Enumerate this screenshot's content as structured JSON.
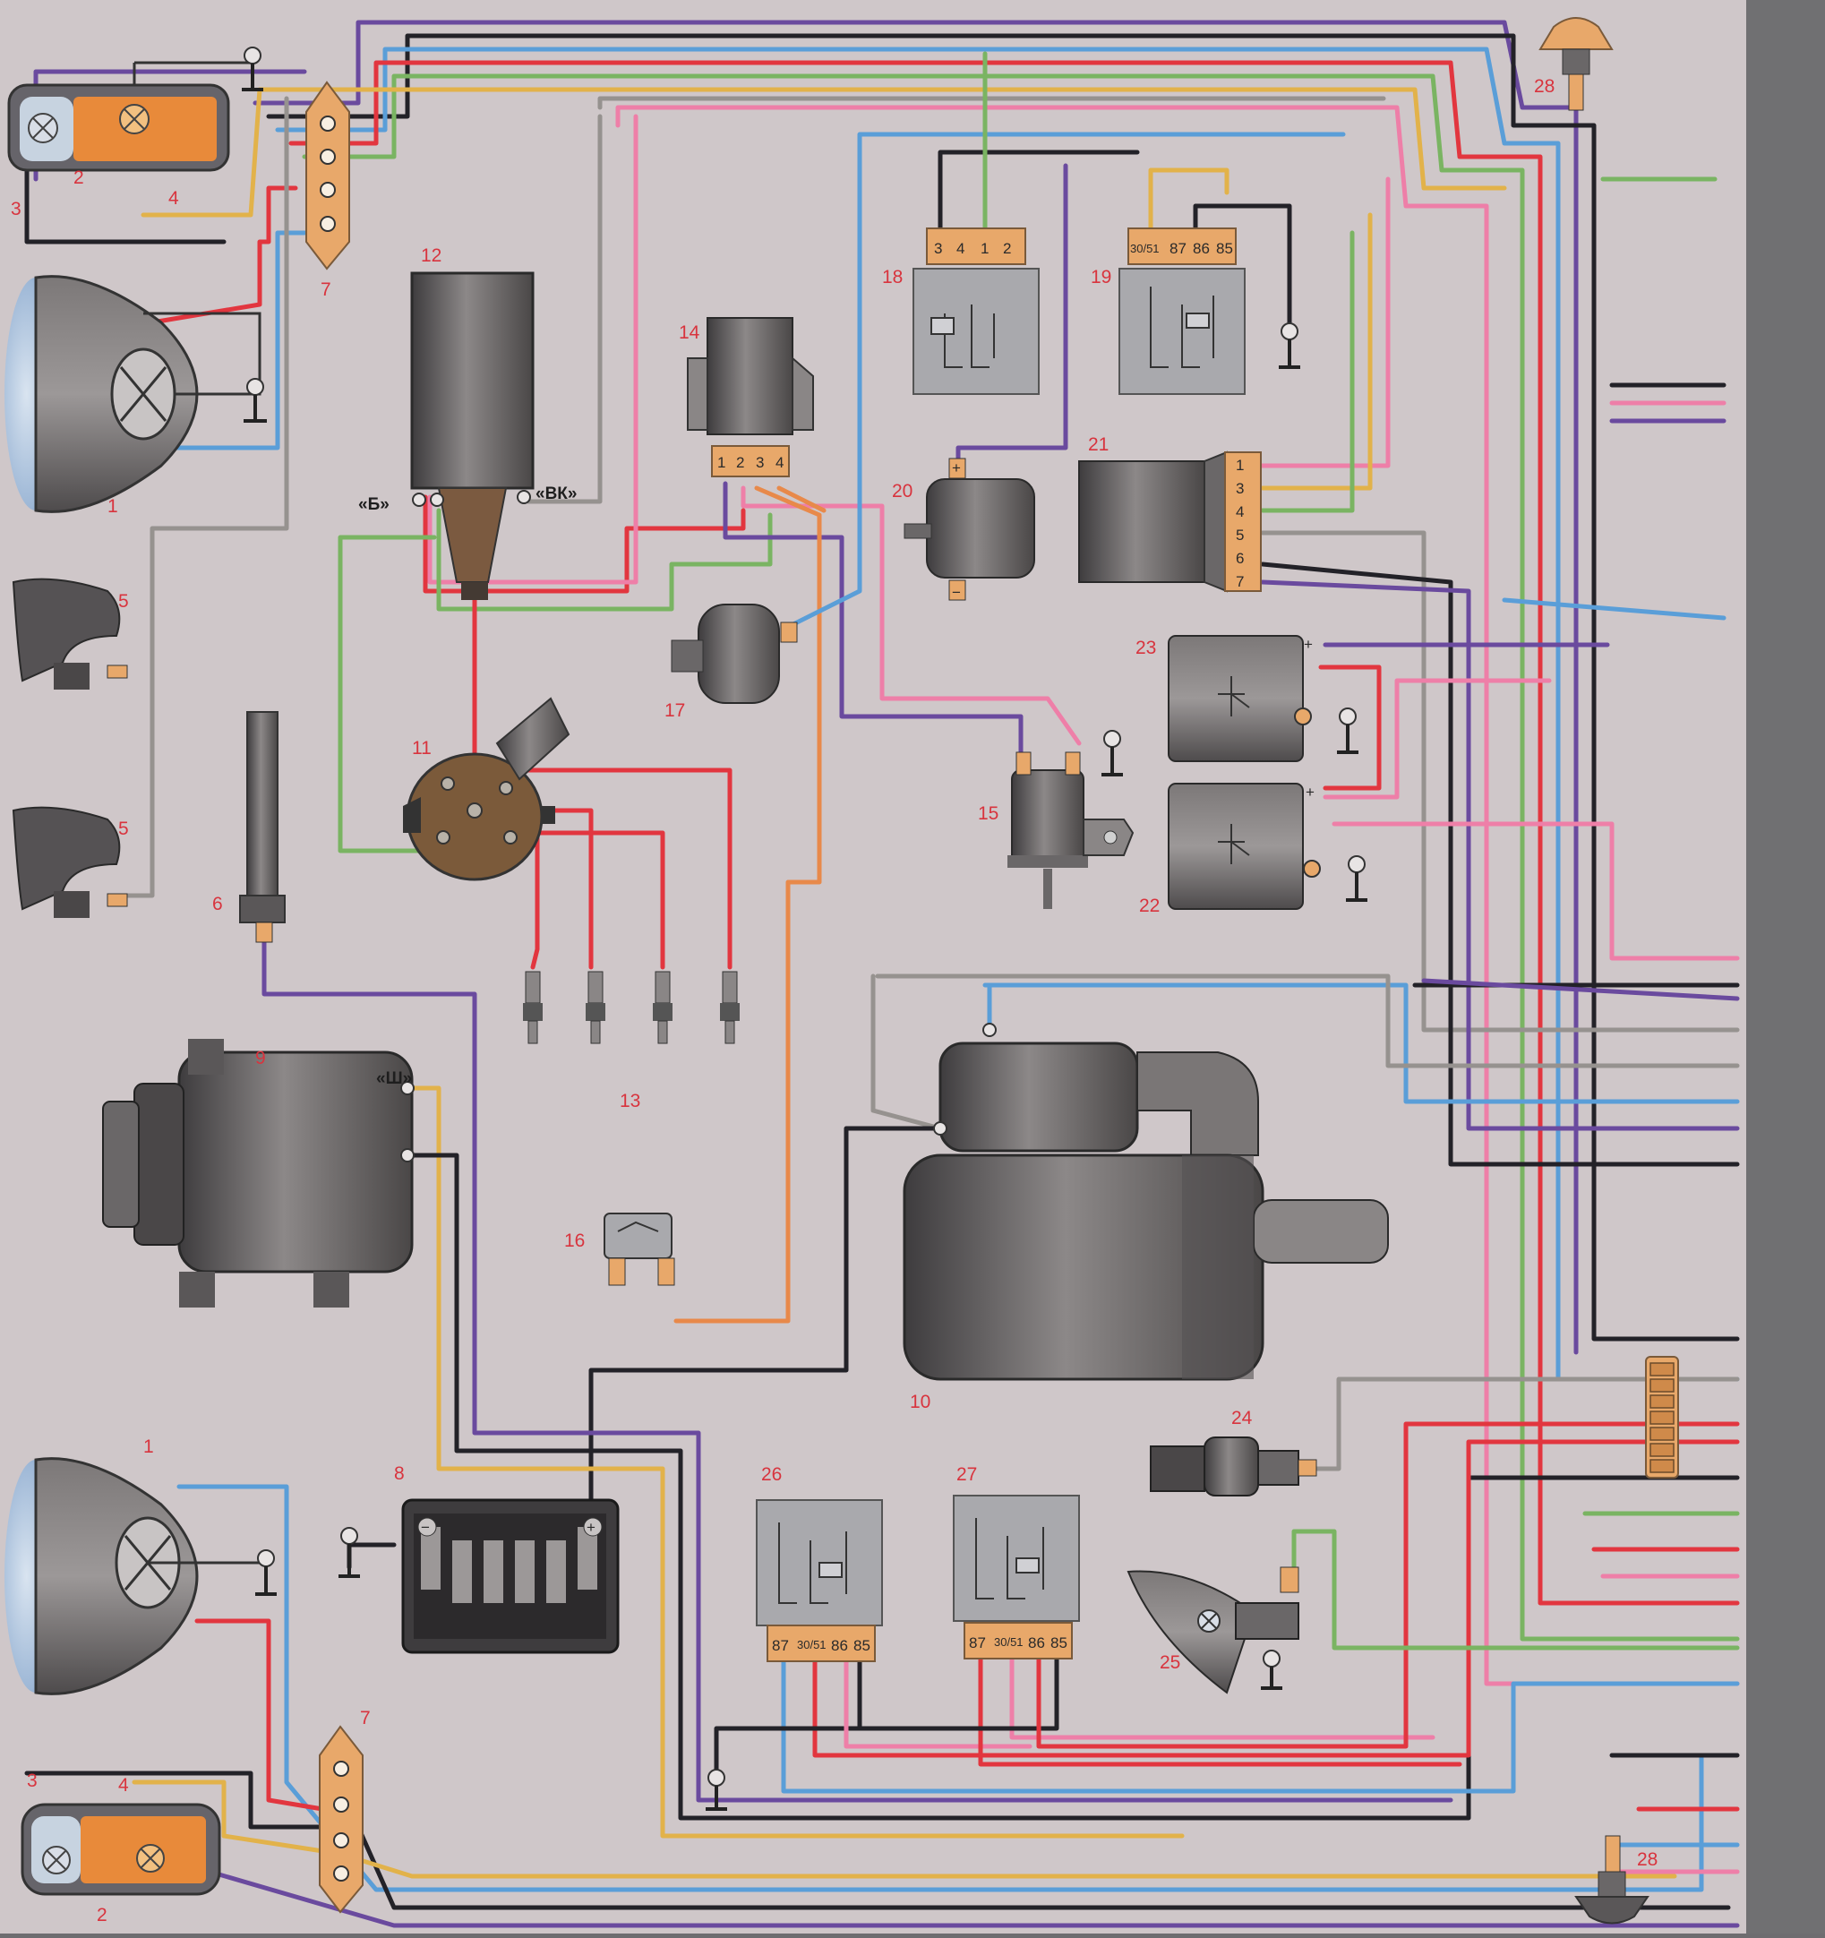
{
  "diagram": {
    "labels": {
      "headlight_top": "1",
      "headlight_bottom": "1",
      "sidelight_top": "2",
      "sidelight_bottom": "2",
      "lamp3_top": "3",
      "lamp3_bottom": "3",
      "lamp4_top": "4",
      "lamp4_bottom": "4",
      "horn_upper": "5",
      "horn_lower": "5",
      "sensor6": "6",
      "connector7_top": "7",
      "connector7_bottom": "7",
      "battery": "8",
      "alternator": "9",
      "starter": "10",
      "distributor": "11",
      "ignition_coil": "12",
      "spark_plugs": "13",
      "regulator": "14",
      "solenoid_valve": "15",
      "switch16": "16",
      "sensor17": "17",
      "relay18": "18",
      "relay19": "19",
      "motor20": "20",
      "module21": "21",
      "unit22": "22",
      "unit23": "23",
      "sensor24": "24",
      "lamp25": "25",
      "relay26": "26",
      "relay27": "27",
      "repeater_top": "28",
      "repeater_bottom": "28"
    },
    "coil_terminal_b": "«Б»",
    "coil_terminal_vk": "«ВК»",
    "alternator_terminal_sh": "«Ш»",
    "relay18_pins": [
      "3",
      "4",
      "1",
      "2"
    ],
    "relay19_pins": [
      "30/51",
      "87",
      "86",
      "85"
    ],
    "regulator14_pins": [
      "1",
      "2",
      "3",
      "4"
    ],
    "module21_pins": [
      "1",
      "3",
      "4",
      "5",
      "6",
      "7"
    ],
    "relay26_pins": [
      "87",
      "30/51",
      "86",
      "85"
    ],
    "relay27_pins": [
      "87",
      "30/51",
      "86",
      "85"
    ],
    "plus_sign": "+",
    "minus_sign": "−",
    "wire_colors": {
      "red": "#e2363f",
      "pink": "#ee7fa8",
      "blue": "#5a9ed8",
      "violet": "#6a4a9e",
      "black": "#232228",
      "green": "#7ab462",
      "yellow": "#e2b24a",
      "gray": "#96928f",
      "orange": "#e8894a"
    }
  }
}
